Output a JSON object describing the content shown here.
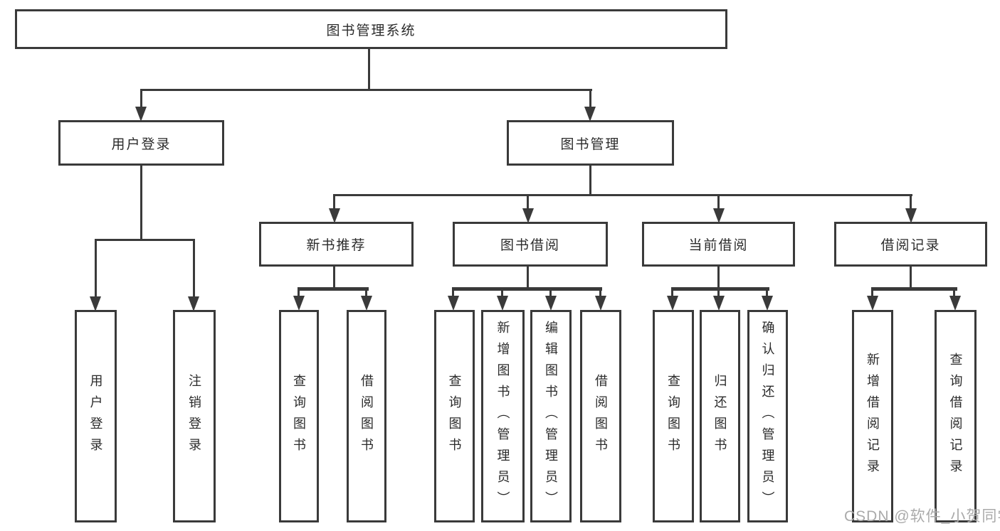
{
  "diagram": {
    "type": "hierarchy-tree",
    "root": {
      "label": "图书管理系统"
    },
    "level2": [
      {
        "label": "用户登录"
      },
      {
        "label": "图书管理"
      }
    ],
    "level3": [
      {
        "label": "新书推荐",
        "parent": "图书管理"
      },
      {
        "label": "图书借阅",
        "parent": "图书管理"
      },
      {
        "label": "当前借阅",
        "parent": "图书管理"
      },
      {
        "label": "借阅记录",
        "parent": "图书管理"
      }
    ],
    "leaves": [
      {
        "label": "用户登录",
        "parent": "用户登录"
      },
      {
        "label": "注销登录",
        "parent": "用户登录"
      },
      {
        "label": "查询图书",
        "parent": "新书推荐"
      },
      {
        "label": "借阅图书",
        "parent": "新书推荐"
      },
      {
        "label": "查询图书",
        "parent": "图书借阅"
      },
      {
        "label": "新增图书（管理员）",
        "parent": "图书借阅"
      },
      {
        "label": "编辑图书（管理员）",
        "parent": "图书借阅"
      },
      {
        "label": "借阅图书",
        "parent": "图书借阅"
      },
      {
        "label": "查询图书",
        "parent": "当前借阅"
      },
      {
        "label": "归还图书",
        "parent": "当前借阅"
      },
      {
        "label": "确认归还（管理员）",
        "parent": "当前借阅"
      },
      {
        "label": "新增借阅记录",
        "parent": "借阅记录"
      },
      {
        "label": "查询借阅记录",
        "parent": "借阅记录"
      }
    ]
  },
  "watermark": {
    "text": "CSDN @软件_小贺同学"
  },
  "colors": {
    "line": "#3a3a3a",
    "text": "#2b2b2b",
    "background": "#ffffff",
    "watermark": "#aaaaaa"
  }
}
